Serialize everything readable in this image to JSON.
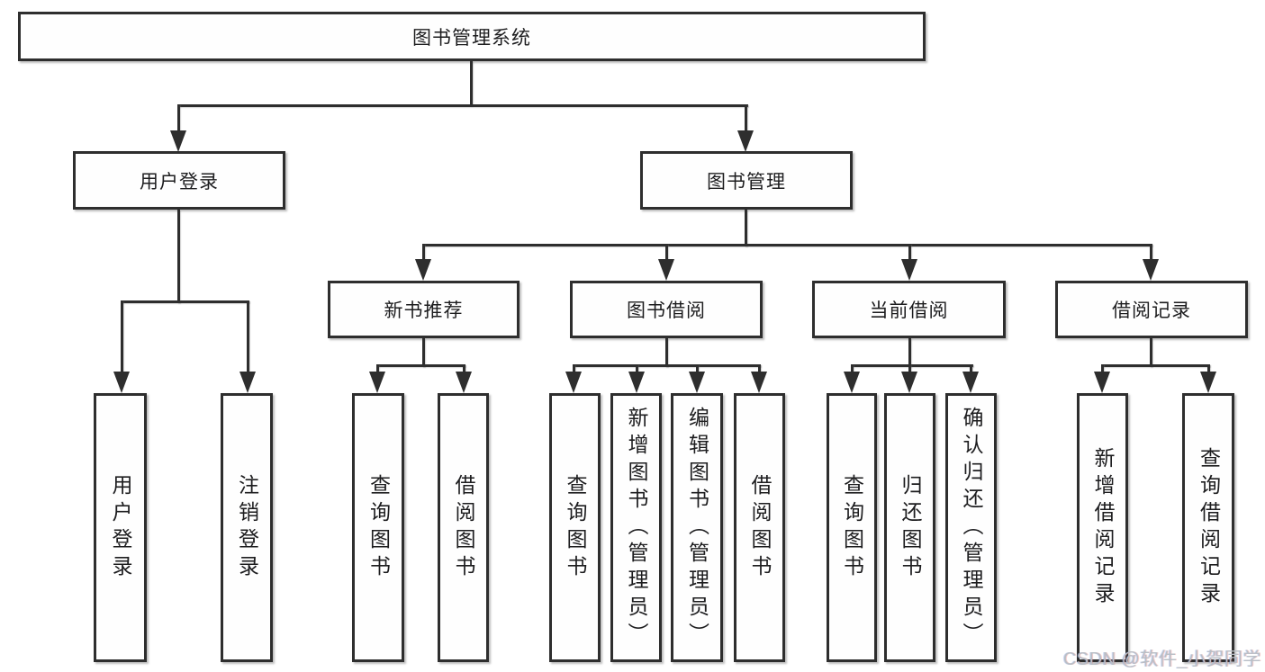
{
  "tree": {
    "label": "图书管理系统",
    "children": [
      {
        "label": "用户登录",
        "children": [
          {
            "label": "用户登录"
          },
          {
            "label": "注销登录"
          }
        ]
      },
      {
        "label": "图书管理",
        "children": [
          {
            "label": "新书推荐",
            "children": [
              {
                "label": "查询图书"
              },
              {
                "label": "借阅图书"
              }
            ]
          },
          {
            "label": "图书借阅",
            "children": [
              {
                "label": "查询图书"
              },
              {
                "label": "新增图书（管理员）"
              },
              {
                "label": "编辑图书（管理员）"
              },
              {
                "label": "借阅图书"
              }
            ]
          },
          {
            "label": "当前借阅",
            "children": [
              {
                "label": "查询图书"
              },
              {
                "label": "归还图书"
              },
              {
                "label": "确认归还（管理员）"
              }
            ]
          },
          {
            "label": "借阅记录",
            "children": [
              {
                "label": "新增借阅记录"
              },
              {
                "label": "查询借阅记录"
              }
            ]
          }
        ]
      }
    ]
  },
  "watermark": {
    "text": "CSDN @软件_小贺同学"
  },
  "colors": {
    "background": "#ffffff",
    "box_fill": "#fefefe",
    "box_border": "#2e2e2e",
    "line": "#2e2e2e",
    "text": "#1d1d1f",
    "watermark": "#b9bfc6"
  }
}
